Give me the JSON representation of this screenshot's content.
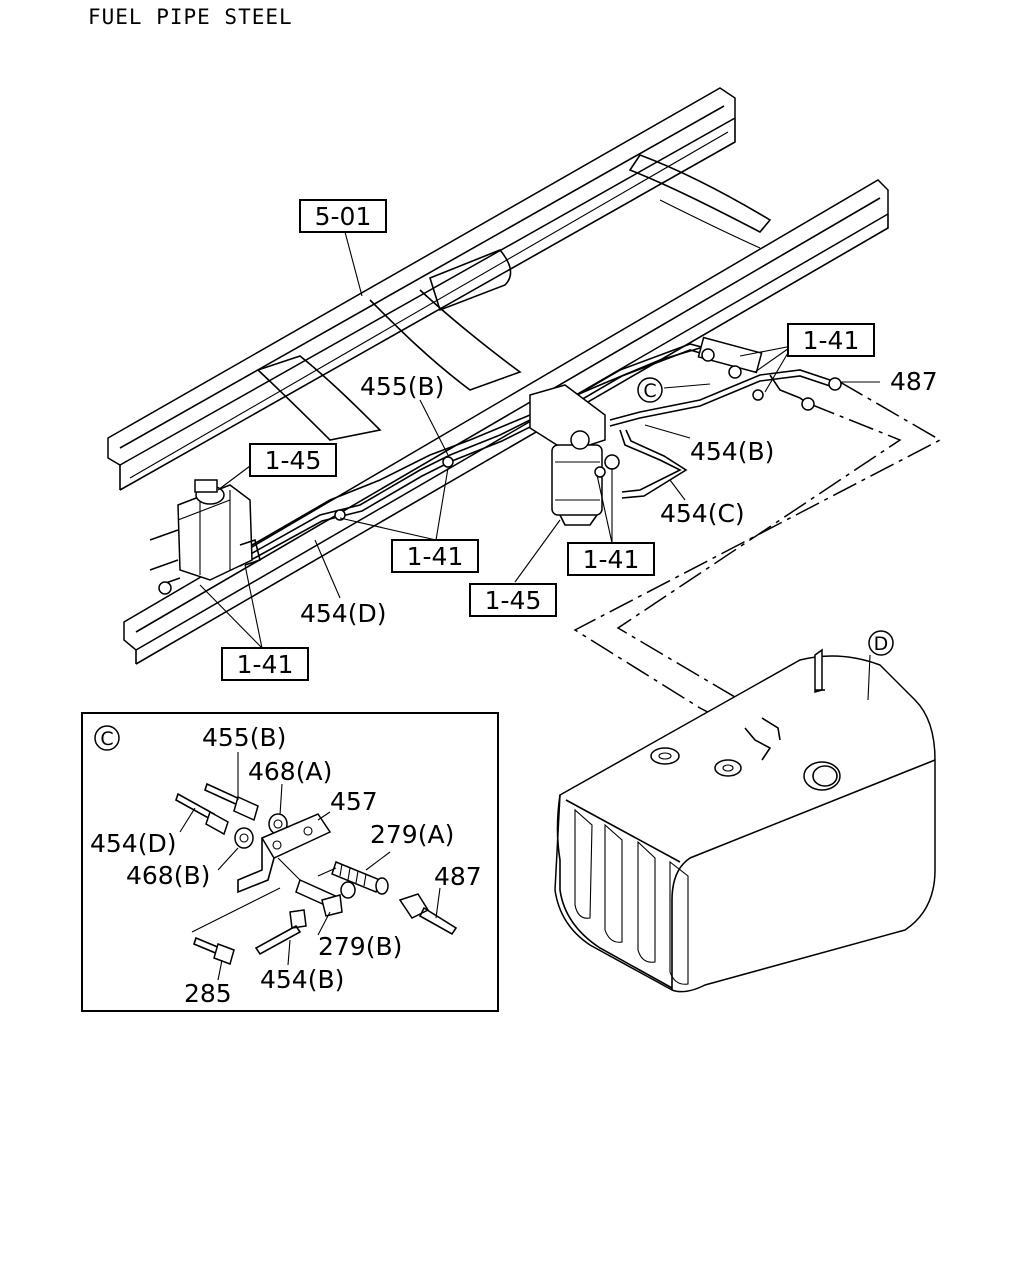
{
  "title": "FUEL PIPE STEEL",
  "labels": {
    "ref_5_01": "5-01",
    "ref_1_41_top": "1-41",
    "ref_1_45_left": "1-45",
    "ref_1_41_mid_left": "1-41",
    "ref_1_41_mid_right": "1-41",
    "ref_1_45_bottom": "1-45",
    "ref_1_41_bottom": "1-41",
    "part_487_top": "487",
    "part_455b_top": "455(B)",
    "part_454b_top": "454(B)",
    "part_454c": "454(C)",
    "part_454d_top": "454(D)",
    "circle_c_top": "C",
    "circle_d": "D",
    "detail_circle_c": "C",
    "d_455b": "455(B)",
    "d_468a": "468(A)",
    "d_457": "457",
    "d_454d": "454(D)",
    "d_279a": "279(A)",
    "d_468b": "468(B)",
    "d_487": "487",
    "d_279b": "279(B)",
    "d_285": "285",
    "d_454b": "454(B)"
  }
}
